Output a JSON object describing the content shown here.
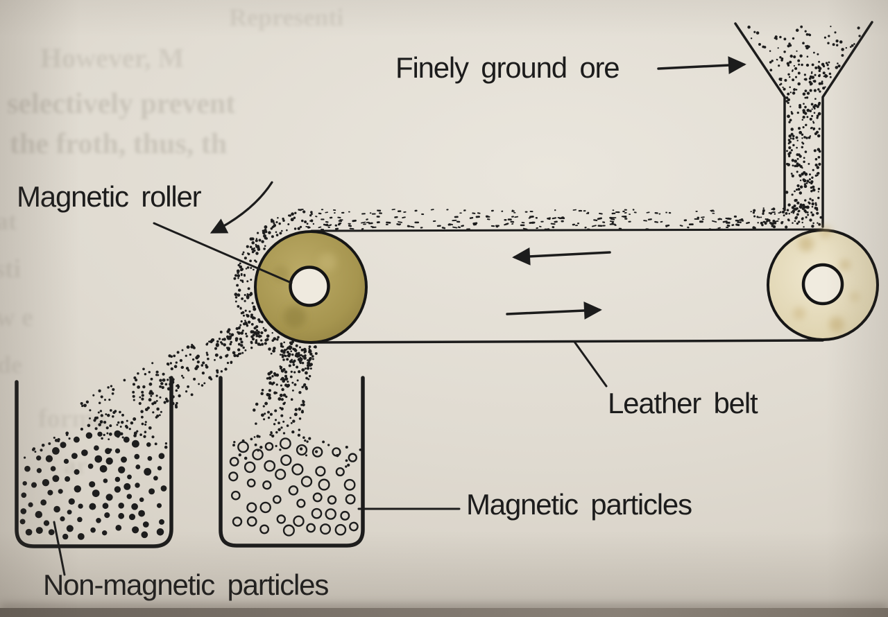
{
  "figure": {
    "labels": {
      "finely_ground_ore": "Finely ground ore",
      "magnetic_roller": "Magnetic roller",
      "leather_belt": "Leather belt",
      "magnetic_particles": "Magnetic particles",
      "non_magnetic_particles": "Non-magnetic particles"
    },
    "colors": {
      "paper": "#dfdacf",
      "ink": "#1c1c1c",
      "magnetic_roller_fill": "#a6954f",
      "idle_roller_fill": "#e3d9b9"
    }
  },
  "ghost_text": {
    "lines": [
      "Representi",
      "However, M",
      "selectively prevent",
      "the froth, thus, th",
      "at",
      "sti",
      "w e",
      "de",
      "forma",
      "ar"
    ]
  }
}
